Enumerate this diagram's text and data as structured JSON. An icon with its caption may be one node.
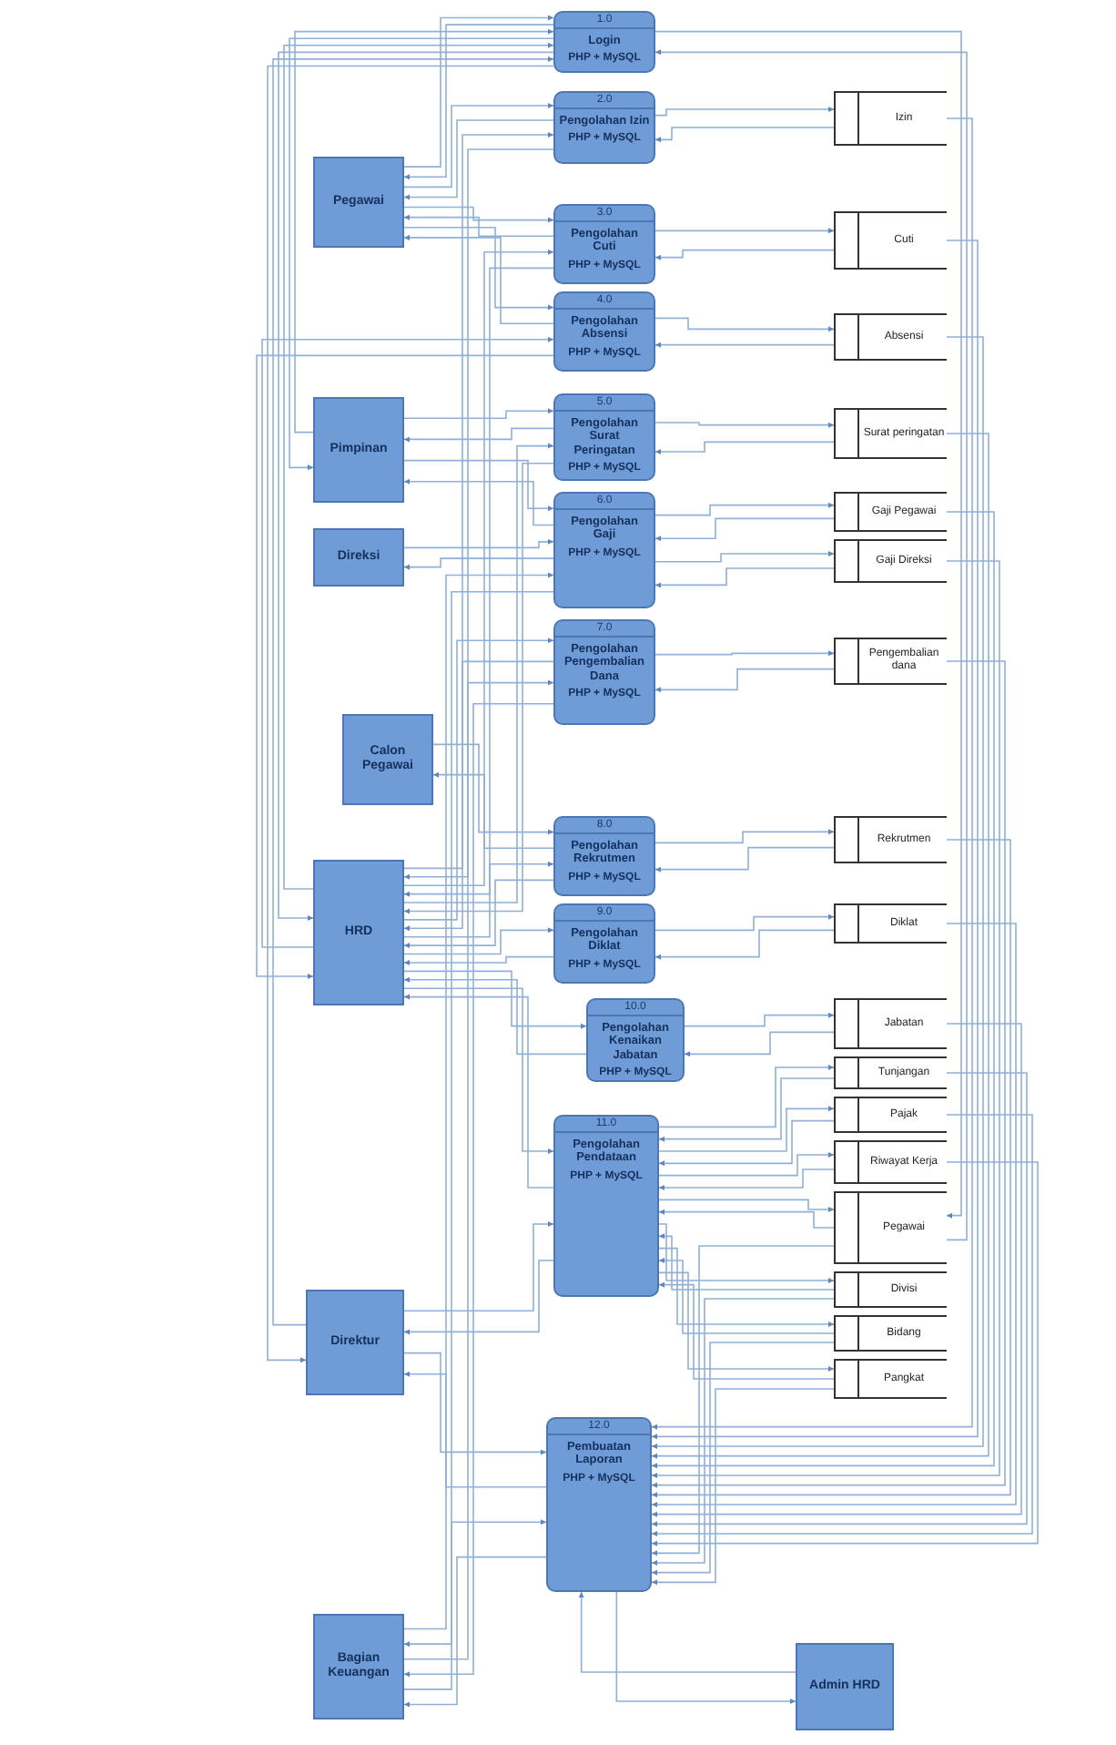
{
  "diagram": {
    "nodes": [
      {
        "text": [
          "1.0",
          "Login",
          "PHP + MySQL"
        ]
      },
      {
        "text": [
          "2.0",
          "Pengolahan Izin",
          "PHP + MySQL"
        ]
      },
      {
        "text": [
          "3.0",
          "Pengolahan Cuti",
          "PHP + MySQL"
        ]
      },
      {
        "text": [
          "4.0",
          "Pengolahan Absensi",
          "PHP + MySQL"
        ]
      },
      {
        "text": [
          "5.0",
          "Pengolahan Surat Peringatan",
          "PHP + MySQL"
        ]
      },
      {
        "text": [
          "6.0",
          "Pengolahan Gaji",
          "PHP + MySQL"
        ]
      },
      {
        "text": [
          "7.0",
          "Pengolahan Pengembalian Dana",
          "PHP + MySQL"
        ]
      },
      {
        "text": [
          "8.0",
          "Pengolahan Rekrutmen",
          "PHP + MySQL"
        ]
      },
      {
        "text": [
          "9.0",
          "Pengolahan Diklat",
          "PHP + MySQL"
        ]
      },
      {
        "text": [
          "10.0",
          "Pengolahan Kenaikan Jabatan",
          "PHP + MySQL"
        ]
      },
      {
        "text": [
          "11.0",
          "Pengolahan Pendataan",
          "PHP + MySQL"
        ]
      },
      {
        "text": [
          "12.0",
          "Pembuatan Laporan",
          "PHP + MySQL"
        ]
      },
      {
        "text": [
          "Pegawai"
        ]
      },
      {
        "text": [
          "Pimpinan"
        ]
      },
      {
        "text": [
          "Direksi"
        ]
      },
      {
        "text": [
          "Calon Pegawai"
        ]
      },
      {
        "text": [
          "HRD"
        ]
      },
      {
        "text": [
          "Direktur"
        ]
      },
      {
        "text": [
          "Bagian Keuangan"
        ]
      },
      {
        "text": [
          "Admin HRD"
        ]
      },
      {
        "text": [
          "Izin"
        ]
      },
      {
        "text": [
          "Cuti"
        ]
      },
      {
        "text": [
          "Absensi"
        ]
      },
      {
        "text": [
          "Surat peringatan"
        ]
      },
      {
        "text": [
          "Gaji Pegawai"
        ]
      },
      {
        "text": [
          "Gaji Direksi"
        ]
      },
      {
        "text": [
          "Pengembalian dana"
        ]
      },
      {
        "text": [
          "Rekrutmen"
        ]
      },
      {
        "text": [
          "Diklat"
        ]
      },
      {
        "text": [
          "Jabatan"
        ]
      },
      {
        "text": [
          "Tunjangan"
        ]
      },
      {
        "text": [
          "Pajak"
        ]
      },
      {
        "text": [
          "Riwayat Kerja"
        ]
      },
      {
        "text": [
          "Pegawai"
        ]
      },
      {
        "text": [
          "Divisi"
        ]
      },
      {
        "text": [
          "Bidang"
        ]
      },
      {
        "text": [
          "Pangkat"
        ]
      }
    ],
    "edges": [
      {
        "from": 12,
        "to": 0,
        "arrow": "to"
      },
      {
        "from": 0,
        "to": 12,
        "arrow": "to"
      },
      {
        "from": 13,
        "to": 0,
        "arrow": "to"
      },
      {
        "from": 0,
        "to": 13,
        "arrow": "to"
      },
      {
        "from": 16,
        "to": 0,
        "arrow": "to"
      },
      {
        "from": 0,
        "to": 16,
        "arrow": "to"
      },
      {
        "from": 17,
        "to": 0,
        "arrow": "to"
      },
      {
        "from": 0,
        "to": 17,
        "arrow": "to"
      },
      {
        "from": 12,
        "to": 1,
        "arrow": "to"
      },
      {
        "from": 1,
        "to": 12,
        "arrow": "to"
      },
      {
        "from": 16,
        "to": 1,
        "arrow": "to"
      },
      {
        "from": 1,
        "to": 16,
        "arrow": "to"
      },
      {
        "from": 12,
        "to": 2,
        "arrow": "to"
      },
      {
        "from": 2,
        "to": 12,
        "arrow": "to"
      },
      {
        "from": 16,
        "to": 2,
        "arrow": "to"
      },
      {
        "from": 2,
        "to": 16,
        "arrow": "to"
      },
      {
        "from": 12,
        "to": 3,
        "arrow": "to"
      },
      {
        "from": 3,
        "to": 12,
        "arrow": "to"
      },
      {
        "from": 16,
        "to": 3,
        "arrow": "to"
      },
      {
        "from": 3,
        "to": 16,
        "arrow": "to"
      },
      {
        "from": 13,
        "to": 4,
        "arrow": "to"
      },
      {
        "from": 4,
        "to": 13,
        "arrow": "to"
      },
      {
        "from": 16,
        "to": 4,
        "arrow": "to"
      },
      {
        "from": 4,
        "to": 16,
        "arrow": "to"
      },
      {
        "from": 13,
        "to": 5,
        "arrow": "to"
      },
      {
        "from": 5,
        "to": 13,
        "arrow": "to"
      },
      {
        "from": 14,
        "to": 5,
        "arrow": "to"
      },
      {
        "from": 5,
        "to": 14,
        "arrow": "to"
      },
      {
        "from": 18,
        "to": 5,
        "arrow": "to"
      },
      {
        "from": 5,
        "to": 18,
        "arrow": "to"
      },
      {
        "from": 16,
        "to": 6,
        "arrow": "to"
      },
      {
        "from": 6,
        "to": 16,
        "arrow": "to"
      },
      {
        "from": 18,
        "to": 6,
        "arrow": "to"
      },
      {
        "from": 6,
        "to": 18,
        "arrow": "to"
      },
      {
        "from": 15,
        "to": 7,
        "arrow": "to"
      },
      {
        "from": 7,
        "to": 15,
        "arrow": "to"
      },
      {
        "from": 16,
        "to": 7,
        "arrow": "to"
      },
      {
        "from": 7,
        "to": 16,
        "arrow": "to"
      },
      {
        "from": 16,
        "to": 8,
        "arrow": "to"
      },
      {
        "from": 8,
        "to": 16,
        "arrow": "to"
      },
      {
        "from": 16,
        "to": 9,
        "arrow": "to"
      },
      {
        "from": 9,
        "to": 16,
        "arrow": "to"
      },
      {
        "from": 16,
        "to": 10,
        "arrow": "to"
      },
      {
        "from": 10,
        "to": 16,
        "arrow": "to"
      },
      {
        "from": 17,
        "to": 10,
        "arrow": "to"
      },
      {
        "from": 10,
        "to": 17,
        "arrow": "to"
      },
      {
        "from": 17,
        "to": 11,
        "arrow": "to"
      },
      {
        "from": 11,
        "to": 17,
        "arrow": "to"
      },
      {
        "from": 18,
        "to": 11,
        "arrow": "to"
      },
      {
        "from": 11,
        "to": 18,
        "arrow": "to"
      },
      {
        "from": 19,
        "to": 11,
        "arrow": "to"
      },
      {
        "from": 11,
        "to": 19,
        "arrow": "to"
      },
      {
        "from": 0,
        "to": 33,
        "arrow": "to"
      },
      {
        "from": 33,
        "to": 0,
        "arrow": "to"
      },
      {
        "from": 1,
        "to": 20,
        "arrow": "to"
      },
      {
        "from": 20,
        "to": 1,
        "arrow": "to"
      },
      {
        "from": 2,
        "to": 21,
        "arrow": "to"
      },
      {
        "from": 21,
        "to": 2,
        "arrow": "to"
      },
      {
        "from": 3,
        "to": 22,
        "arrow": "to"
      },
      {
        "from": 22,
        "to": 3,
        "arrow": "to"
      },
      {
        "from": 4,
        "to": 23,
        "arrow": "to"
      },
      {
        "from": 23,
        "to": 4,
        "arrow": "to"
      },
      {
        "from": 5,
        "to": 24,
        "arrow": "to"
      },
      {
        "from": 24,
        "to": 5,
        "arrow": "to"
      },
      {
        "from": 5,
        "to": 25,
        "arrow": "to"
      },
      {
        "from": 25,
        "to": 5,
        "arrow": "to"
      },
      {
        "from": 6,
        "to": 26,
        "arrow": "to"
      },
      {
        "from": 26,
        "to": 6,
        "arrow": "to"
      },
      {
        "from": 7,
        "to": 27,
        "arrow": "to"
      },
      {
        "from": 27,
        "to": 7,
        "arrow": "to"
      },
      {
        "from": 8,
        "to": 28,
        "arrow": "to"
      },
      {
        "from": 28,
        "to": 8,
        "arrow": "to"
      },
      {
        "from": 9,
        "to": 29,
        "arrow": "to"
      },
      {
        "from": 29,
        "to": 9,
        "arrow": "to"
      },
      {
        "from": 10,
        "to": 30,
        "arrow": "to"
      },
      {
        "from": 30,
        "to": 10,
        "arrow": "to"
      },
      {
        "from": 10,
        "to": 31,
        "arrow": "to"
      },
      {
        "from": 31,
        "to": 10,
        "arrow": "to"
      },
      {
        "from": 10,
        "to": 32,
        "arrow": "to"
      },
      {
        "from": 32,
        "to": 10,
        "arrow": "to"
      },
      {
        "from": 10,
        "to": 33,
        "arrow": "to"
      },
      {
        "from": 33,
        "to": 10,
        "arrow": "to"
      },
      {
        "from": 10,
        "to": 34,
        "arrow": "to"
      },
      {
        "from": 34,
        "to": 10,
        "arrow": "to"
      },
      {
        "from": 10,
        "to": 35,
        "arrow": "to"
      },
      {
        "from": 35,
        "to": 10,
        "arrow": "to"
      },
      {
        "from": 10,
        "to": 36,
        "arrow": "to"
      },
      {
        "from": 36,
        "to": 10,
        "arrow": "to"
      },
      {
        "from": 20,
        "to": 11,
        "arrow": "to"
      },
      {
        "from": 21,
        "to": 11,
        "arrow": "to"
      },
      {
        "from": 22,
        "to": 11,
        "arrow": "to"
      },
      {
        "from": 23,
        "to": 11,
        "arrow": "to"
      },
      {
        "from": 24,
        "to": 11,
        "arrow": "to"
      },
      {
        "from": 25,
        "to": 11,
        "arrow": "to"
      },
      {
        "from": 26,
        "to": 11,
        "arrow": "to"
      },
      {
        "from": 27,
        "to": 11,
        "arrow": "to"
      },
      {
        "from": 28,
        "to": 11,
        "arrow": "to"
      },
      {
        "from": 29,
        "to": 11,
        "arrow": "to"
      },
      {
        "from": 30,
        "to": 11,
        "arrow": "to"
      },
      {
        "from": 31,
        "to": 11,
        "arrow": "to"
      },
      {
        "from": 32,
        "to": 11,
        "arrow": "to"
      },
      {
        "from": 33,
        "to": 11,
        "arrow": "to"
      },
      {
        "from": 34,
        "to": 11,
        "arrow": "to"
      },
      {
        "from": 35,
        "to": 11,
        "arrow": "to"
      },
      {
        "from": 36,
        "to": 11,
        "arrow": "to"
      }
    ]
  }
}
